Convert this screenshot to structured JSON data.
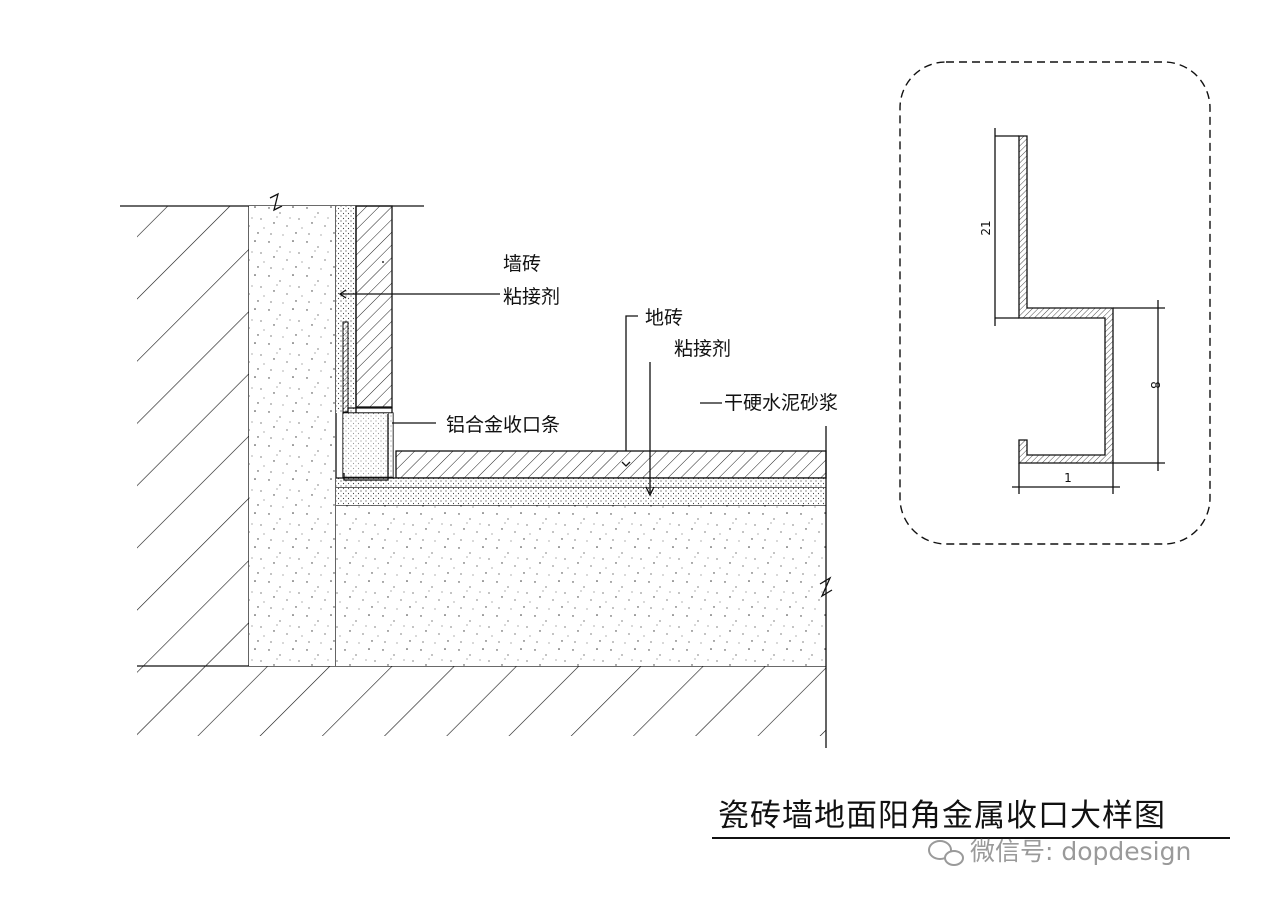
{
  "labels": {
    "wall_tile": "墙砖",
    "wall_adhesive": "粘接剂",
    "floor_tile": "地砖",
    "floor_adhesive": "粘接剂",
    "trim_strip": "铝合金收口条",
    "mortar": "干硬水泥砂浆"
  },
  "detail_dims": {
    "upper_height": "21",
    "lower_height": "8",
    "bottom_width": "1"
  },
  "title": "瓷砖墙地面阳角金属收口大样图",
  "watermark": "微信号: dopdesign"
}
